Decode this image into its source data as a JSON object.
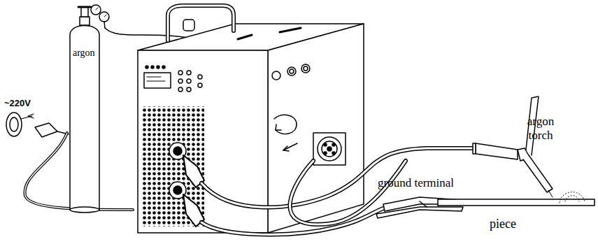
{
  "diagram": {
    "labels": [
      "~220V",
      "argon",
      "argon torch",
      "ground terminal",
      "piece"
    ]
  }
}
